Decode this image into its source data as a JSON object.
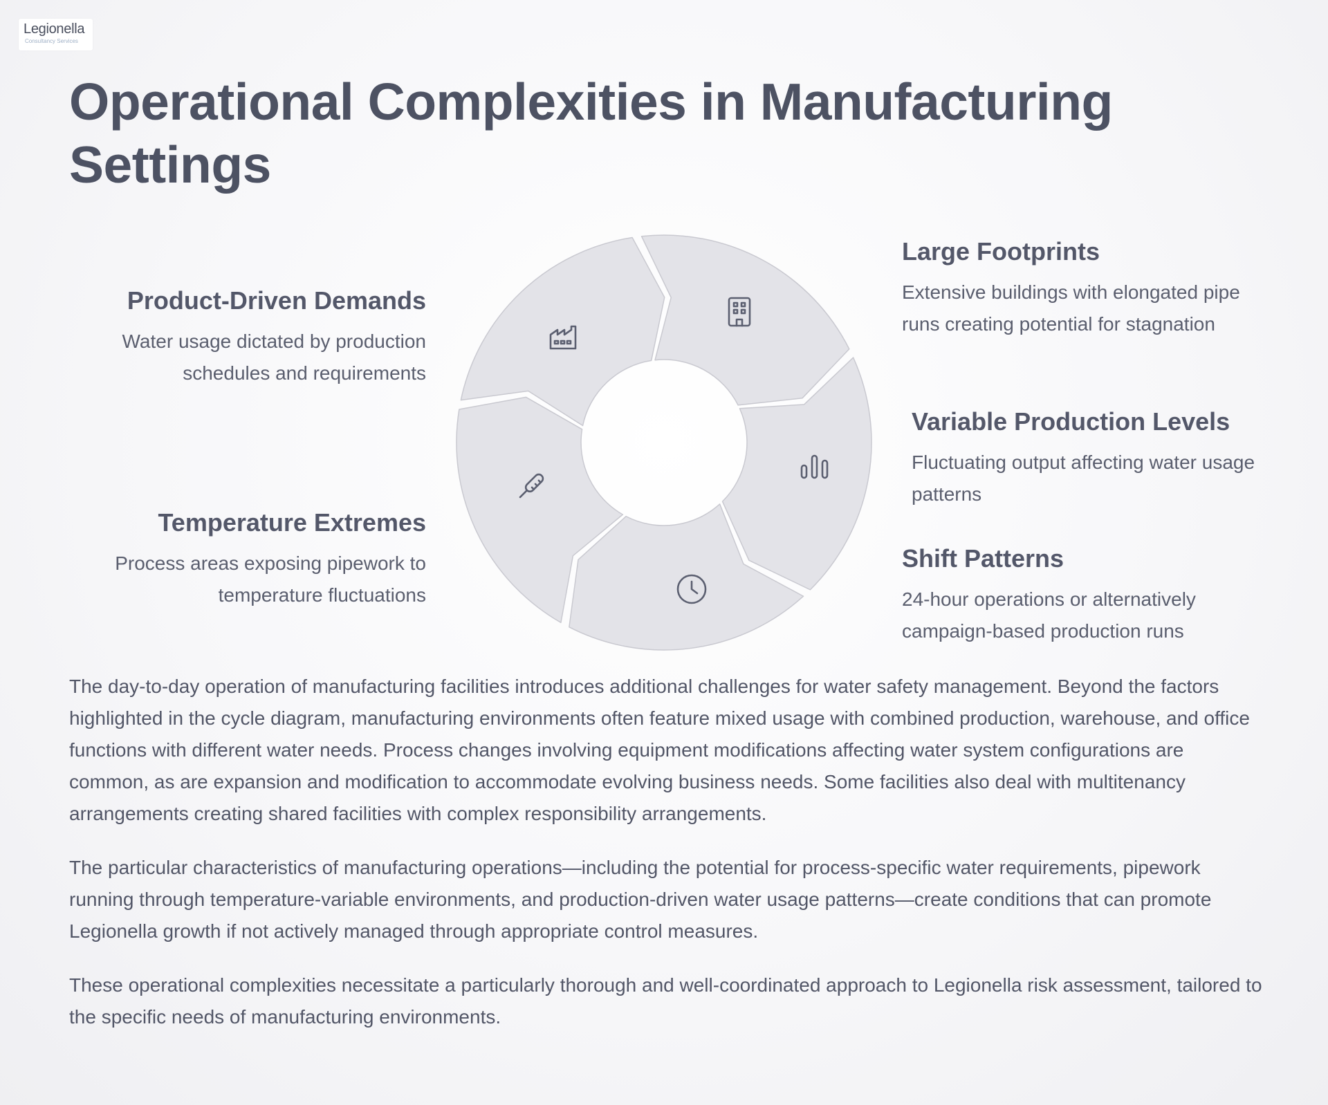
{
  "logo": {
    "word": "Legionella",
    "tagline": "Consultancy Services"
  },
  "title": "Operational Complexities in Manufacturing Settings",
  "cycle_items": [
    {
      "id": "large-footprints",
      "title": "Large Footprints",
      "description": "Extensive buildings with elongated pipe runs creating potential for stagnation",
      "icon": "building-icon"
    },
    {
      "id": "variable-production-levels",
      "title": "Variable Production Levels",
      "description": "Fluctuating output affecting water usage patterns",
      "icon": "bar-chart-icon"
    },
    {
      "id": "shift-patterns",
      "title": "Shift Patterns",
      "description": "24-hour operations or alternatively campaign-based production runs",
      "icon": "clock-icon"
    },
    {
      "id": "temperature-extremes",
      "title": "Temperature Extremes",
      "description": "Process areas exposing pipework to temperature fluctuations",
      "icon": "thermometer-icon"
    },
    {
      "id": "product-driven-demands",
      "title": "Product-Driven Demands",
      "description": "Water usage dictated by production schedules and requirements",
      "icon": "factory-icon"
    }
  ],
  "colors": {
    "segment_fill": "#e3e3e8",
    "segment_stroke": "#c9c9d0",
    "icon_stroke": "#5b5f70",
    "heading": "#535769",
    "body": "#525667"
  },
  "paragraphs": [
    "The day-to-day operation of manufacturing facilities introduces additional challenges for water safety management. Beyond the factors highlighted in the cycle diagram, manufacturing environments often feature mixed usage with combined production, warehouse, and office functions with different water needs. Process changes involving equipment modifications affecting water system configurations are common, as are expansion and modification to accommodate evolving business needs. Some facilities also deal with multitenancy arrangements creating shared facilities with complex responsibility arrangements.",
    "The particular characteristics of manufacturing operations—including the potential for process-specific water requirements, pipework running through temperature-variable environments, and production-driven water usage patterns—create conditions that can promote Legionella growth if not actively managed through appropriate control measures.",
    "These operational complexities necessitate a particularly thorough and well-coordinated approach to Legionella risk assessment, tailored to the specific needs of manufacturing environments."
  ]
}
